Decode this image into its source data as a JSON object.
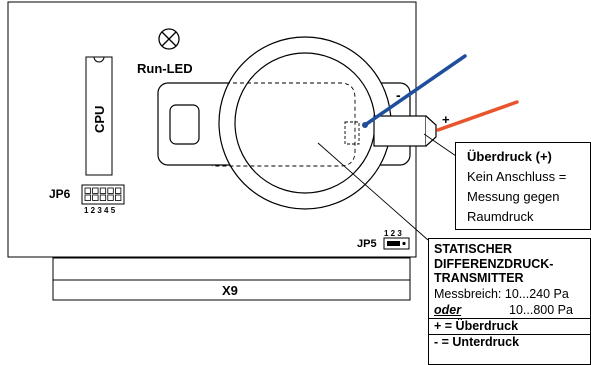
{
  "labels": {
    "run_led": "Run-LED",
    "cpu": "CPU",
    "jp6": "JP6",
    "jp6_pins": "1 2 3 4 5",
    "jp5": "JP5",
    "jp5_pins": "1 2 3",
    "x9": "X9",
    "minus": "-",
    "plus": "+"
  },
  "pressure_box": {
    "title": "Überdruck (+)",
    "lines": [
      "Kein Anschluss =",
      "Messung gegen",
      "Raumdruck"
    ]
  },
  "transmitter_box": {
    "title_lines": [
      "STATISCHER",
      "DIFFERENZDRUCK-",
      "TRANSMITTER"
    ],
    "range_label": "Messbreich:",
    "range_1": "10...240 Pa",
    "oder": "oder",
    "range_2": "10...800 Pa",
    "legend_plus": "+ = Überdruck",
    "legend_minus": "-  = Unterdruck"
  },
  "colors": {
    "line": "#000000",
    "tube_minus": "#1f4e9c",
    "tube_plus": "#e8552d"
  }
}
